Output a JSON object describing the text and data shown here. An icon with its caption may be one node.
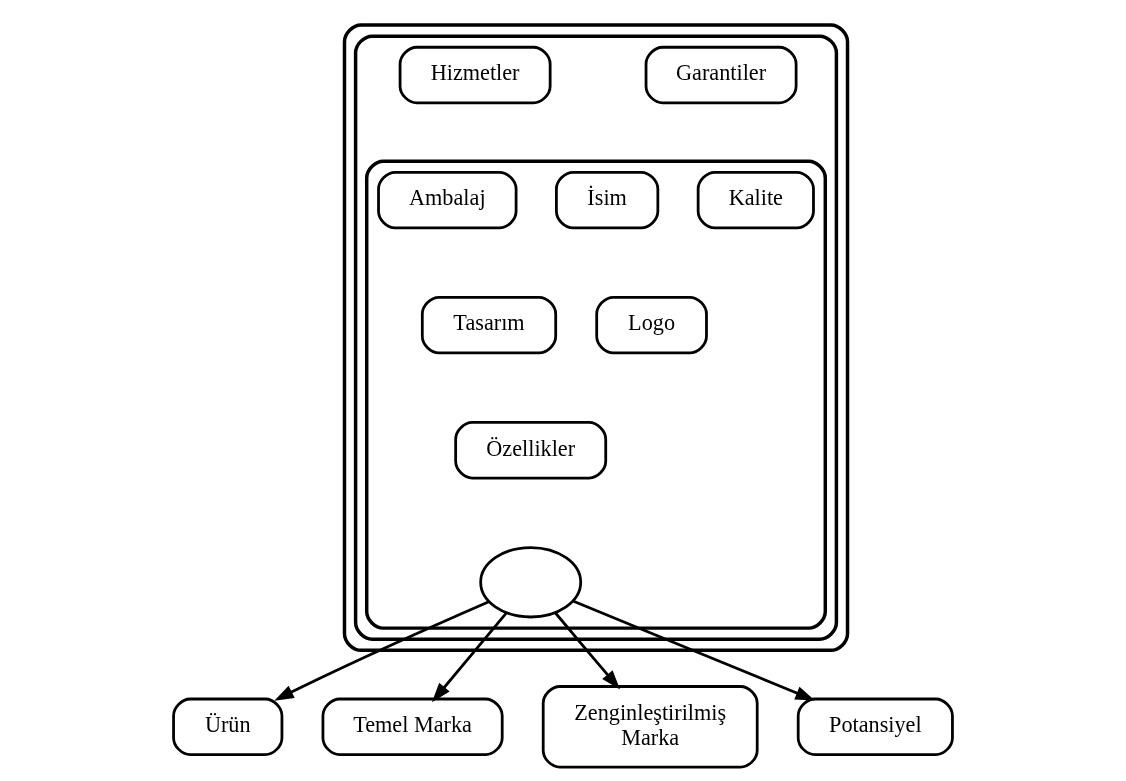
{
  "diagram": {
    "nodes": [
      {
        "text": [],
        "shape": "ellipse"
      },
      {
        "text": [],
        "shape": "ellipse",
        "in": 0
      },
      {
        "text": [],
        "shape": "ellipse",
        "in": 1
      },
      {
        "text": [
          "Hizmetler"
        ],
        "in": 1
      },
      {
        "text": [
          "Garantiler"
        ],
        "in": 1
      },
      {
        "text": [
          "Ambalaj"
        ],
        "in": 2
      },
      {
        "text": [
          "İsim"
        ],
        "in": 2
      },
      {
        "text": [
          "Kalite"
        ],
        "in": 2
      },
      {
        "text": [
          "Tasarım"
        ],
        "in": 2
      },
      {
        "text": [
          "Logo"
        ],
        "in": 2
      },
      {
        "text": [
          "Özellikler"
        ],
        "in": 2
      },
      {
        "text": [],
        "shape": "ellipse",
        "in": 2
      },
      {
        "text": [
          "Ürün"
        ]
      },
      {
        "text": [
          "Temel Marka"
        ]
      },
      {
        "text": [
          "Zenginleştirilmiş Marka"
        ]
      },
      {
        "text": [
          "Potansiyel"
        ]
      }
    ],
    "edges": [
      {
        "from": 11,
        "to": 12,
        "arrow": "to"
      },
      {
        "from": 11,
        "to": 13,
        "arrow": "to"
      },
      {
        "from": 11,
        "to": 14,
        "arrow": "to"
      },
      {
        "from": 11,
        "to": 15,
        "arrow": "to"
      }
    ]
  }
}
